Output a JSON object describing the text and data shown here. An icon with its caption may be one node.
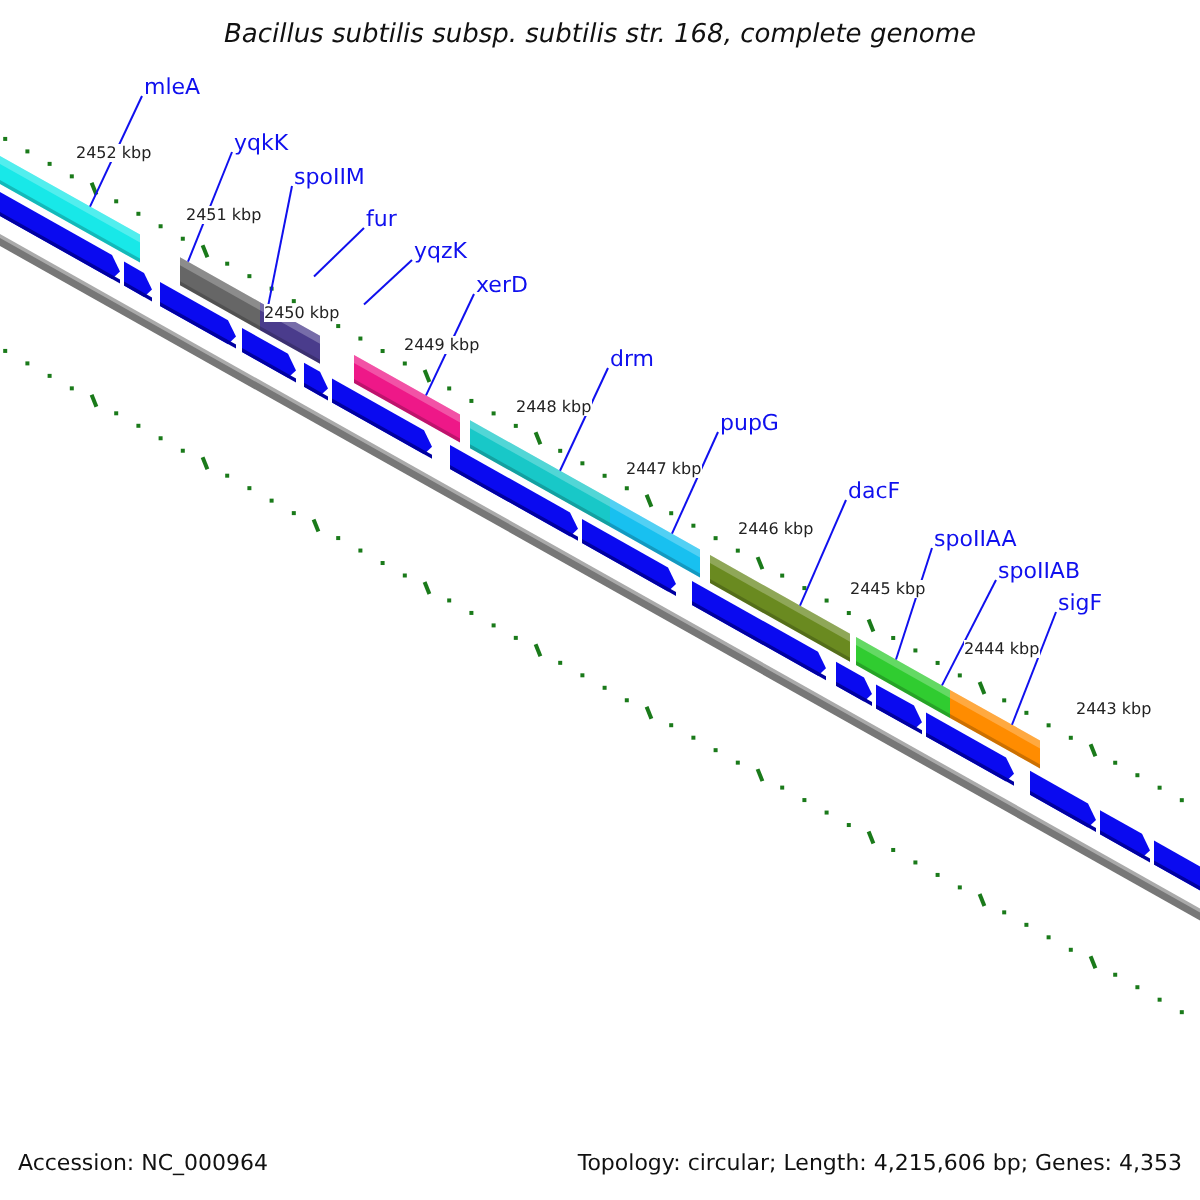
{
  "diagram": {
    "title": "Bacillus subtilis subsp. subtilis str. 168, complete genome",
    "nodes": [
      {
        "text": [
          "mleA"
        ]
      },
      {
        "text": [
          "yqkK"
        ]
      },
      {
        "text": [
          "spoIIM"
        ]
      },
      {
        "text": [
          "fur"
        ]
      },
      {
        "text": [
          "yqzK"
        ]
      },
      {
        "text": [
          "xerD"
        ]
      },
      {
        "text": [
          "drm"
        ]
      },
      {
        "text": [
          "pupG"
        ]
      },
      {
        "text": [
          "dacF"
        ]
      },
      {
        "text": [
          "spoIIAA"
        ]
      },
      {
        "text": [
          "spoIIAB"
        ]
      },
      {
        "text": [
          "sigF"
        ]
      },
      {
        "text": [],
        "shape": "bar"
      },
      {
        "text": [],
        "shape": "bar"
      },
      {
        "text": [],
        "shape": "bar"
      },
      {
        "text": [],
        "shape": "bar"
      },
      {
        "text": [],
        "shape": "bar"
      },
      {
        "text": [],
        "shape": "bar"
      },
      {
        "text": [],
        "shape": "bar"
      },
      {
        "text": [],
        "shape": "bar"
      },
      {
        "text": [],
        "shape": "bar"
      },
      {
        "text": [],
        "shape": "bar"
      }
    ],
    "edges": [
      {
        "from": 0,
        "to": 12,
        "arrow": "none"
      },
      {
        "from": 1,
        "to": 13,
        "arrow": "none"
      },
      {
        "from": 2,
        "to": 14,
        "arrow": "none"
      },
      {
        "from": 3,
        "to": null,
        "arrow": "none"
      },
      {
        "from": 4,
        "to": null,
        "arrow": "none"
      },
      {
        "from": 5,
        "to": 15,
        "arrow": "none"
      },
      {
        "from": 6,
        "to": 16,
        "arrow": "none"
      },
      {
        "from": 7,
        "to": 17,
        "arrow": "none"
      },
      {
        "from": 8,
        "to": 18,
        "arrow": "none"
      },
      {
        "from": 9,
        "to": 19,
        "arrow": "none"
      },
      {
        "from": 10,
        "to": 20,
        "arrow": "none"
      },
      {
        "from": 11,
        "to": 21,
        "arrow": "none"
      }
    ],
    "labels": [
      "2452 kbp",
      "2451 kbp",
      "2450 kbp",
      "2449 kbp",
      "2448 kbp",
      "2447 kbp",
      "2446 kbp",
      "2445 kbp",
      "2444 kbp",
      "2443 kbp",
      "Accession: NC_000964",
      "Topology: circular; Length: 4,215,606 bp; Genes: 4,353"
    ]
  }
}
